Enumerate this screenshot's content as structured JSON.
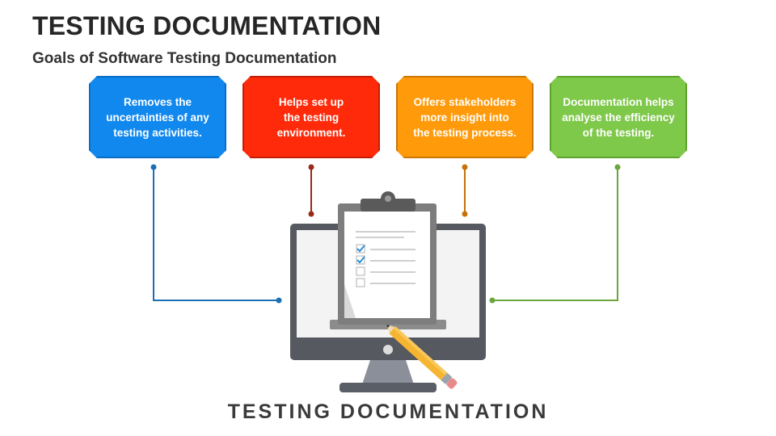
{
  "header": {
    "title": "TESTING DOCUMENTATION",
    "subtitle": "Goals of Software Testing Documentation"
  },
  "goals": [
    {
      "text": "Removes the\nuncertainties of any\ntesting activities.",
      "color": "#1188ee",
      "border": "#0a6fc4"
    },
    {
      "text": "Helps set up\nthe testing\nenvironment.",
      "color": "#ff2a0a",
      "border": "#c21e05"
    },
    {
      "text": "Offers stakeholders\nmore insight into\nthe testing process.",
      "color": "#ff9a0a",
      "border": "#c97705"
    },
    {
      "text": "Documentation helps\nanalyse the efficiency\nof the testing.",
      "color": "#7ec84a",
      "border": "#5fa32f"
    }
  ],
  "connector_colors": [
    "#1b6fb5",
    "#9a2a18",
    "#c4720a",
    "#6aa63a"
  ],
  "illustration": {
    "icons": [
      "monitor-icon",
      "clipboard-icon",
      "pencil-icon",
      "checkbox-icon"
    ],
    "checklist": [
      true,
      true,
      false,
      false
    ]
  },
  "footer": {
    "label": "TESTING DOCUMENTATION"
  }
}
